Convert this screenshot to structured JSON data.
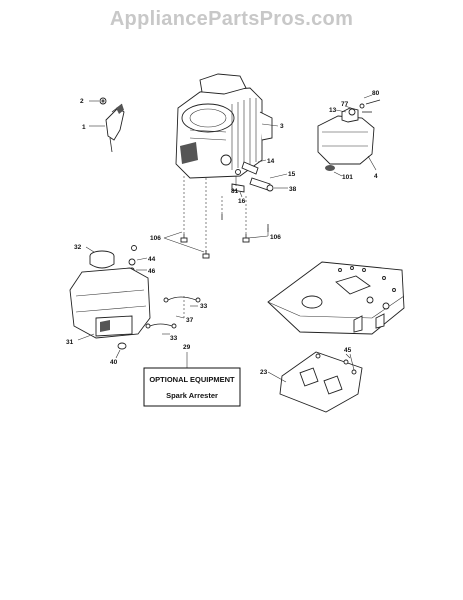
{
  "watermark": "AppliancePartsPros.com",
  "optional_box": {
    "title": "OPTIONAL EQUIPMENT",
    "subtitle": "Spark Arrester"
  },
  "labels": {
    "l2": "2",
    "l1": "1",
    "l3": "3",
    "l80": "80",
    "l77": "77",
    "l13": "13",
    "l4": "4",
    "l101": "101",
    "l14": "14",
    "l15": "15",
    "l81": "81",
    "l16": "16",
    "l38": "38",
    "l106a": "106",
    "l106b": "106",
    "l32": "32",
    "l44": "44",
    "l46": "46",
    "l33a": "33",
    "l37": "37",
    "l33b": "33",
    "l31": "31",
    "l40": "40",
    "l29": "29",
    "l45": "45",
    "l23": "23"
  }
}
